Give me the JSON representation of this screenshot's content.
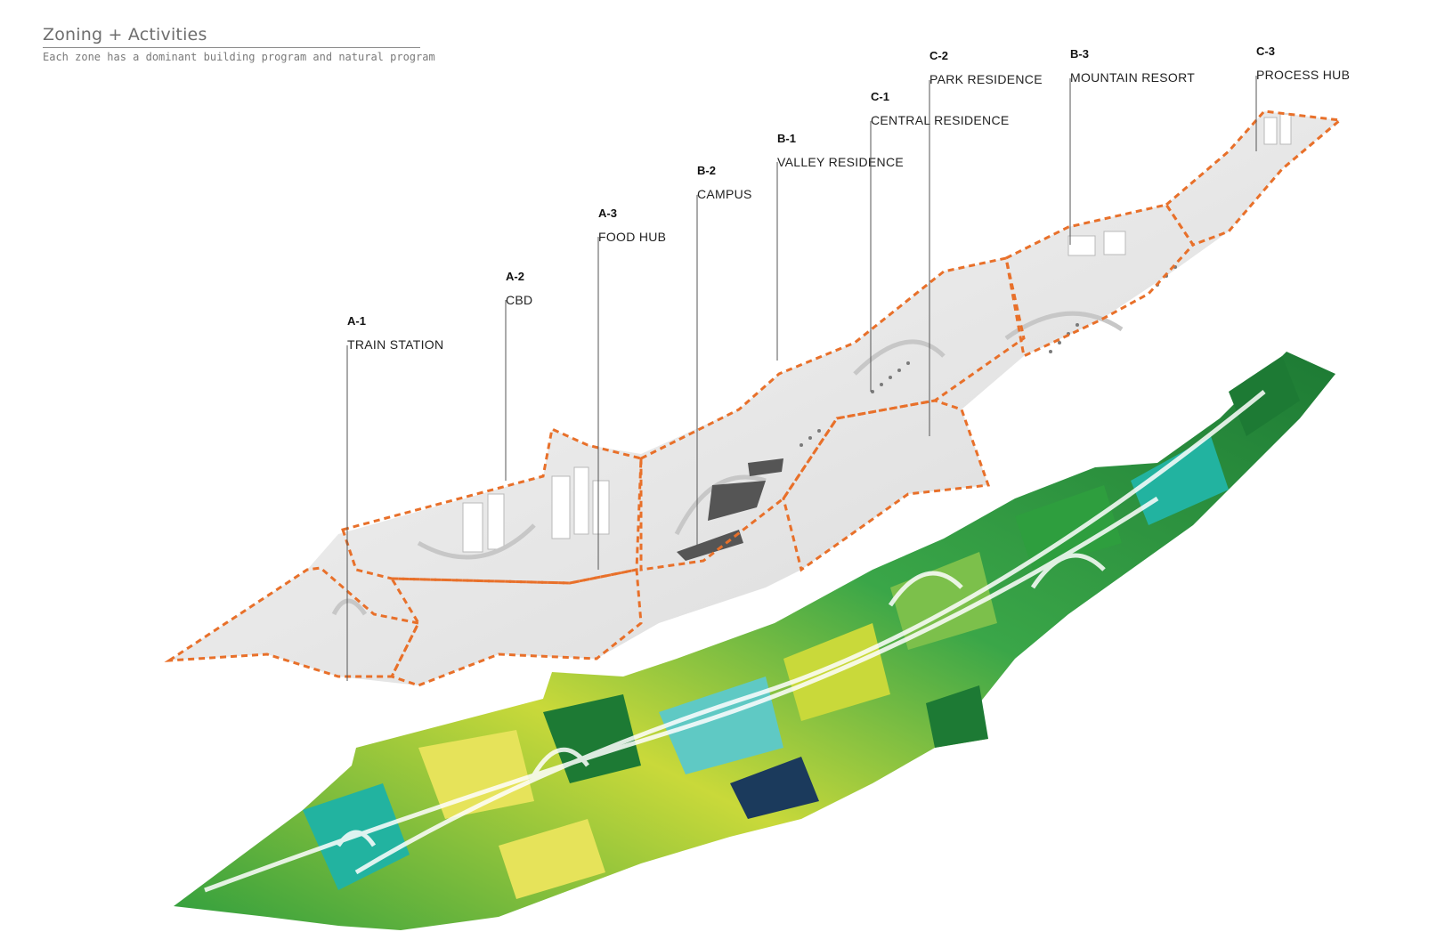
{
  "header": {
    "title": "Zoning + Activities",
    "subtitle": "Each zone has a dominant building program and natural program"
  },
  "zones": [
    {
      "code": "A-1",
      "name": "TRAIN STATION"
    },
    {
      "code": "A-2",
      "name": "CBD"
    },
    {
      "code": "A-3",
      "name": "FOOD HUB"
    },
    {
      "code": "B-2",
      "name": "CAMPUS"
    },
    {
      "code": "B-1",
      "name": "VALLEY RESIDENCE"
    },
    {
      "code": "C-1",
      "name": "CENTRAL RESIDENCE"
    },
    {
      "code": "C-2",
      "name": "PARK RESIDENCE"
    },
    {
      "code": "B-3",
      "name": "MOUNTAIN RESORT"
    },
    {
      "code": "C-3",
      "name": "PROCESS HUB"
    }
  ],
  "colors": {
    "zone_boundary": "#e8702a",
    "massing": "#e9e9e9",
    "leader_line": "#555555",
    "landscape_greens": [
      "#2e9e3e",
      "#1d7a34",
      "#7cc04b",
      "#c9d93a",
      "#e6e35a",
      "#22b3a0",
      "#5fc9c4",
      "#1b3a5c"
    ]
  }
}
